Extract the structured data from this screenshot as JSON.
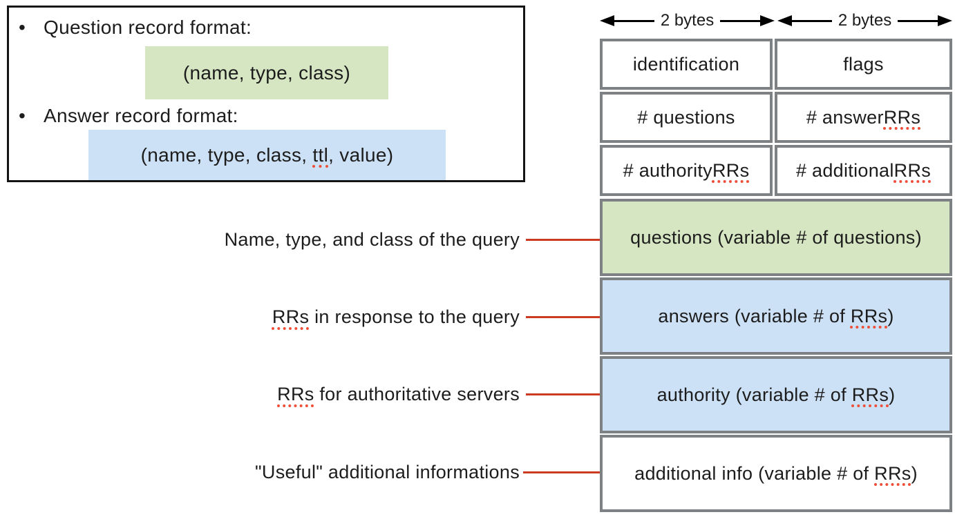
{
  "colors": {
    "green_highlight": "#d6e6c3",
    "blue_highlight": "#cde1f6",
    "table_border": "#7e8183",
    "connector_red": "#cc3a22",
    "spellcheck_red": "#ef4f38",
    "box_border_black": "#141414"
  },
  "left_panel": {
    "bullet_char": "•",
    "bullet_1": "Question record format:",
    "question_format": "(name, type, class)",
    "bullet_2": "Answer record format:",
    "answer_format": {
      "pre": "(name, type, class, ",
      "ttl": "ttl",
      "post": ", value)"
    }
  },
  "callouts": [
    {
      "pre": "Name, type, and class of the query",
      "underlined": "",
      "post": ""
    },
    {
      "pre": "",
      "underlined": "RRs",
      "post": " in response to the query"
    },
    {
      "pre": "",
      "underlined": "RRs",
      "post": " for authoritative servers"
    },
    {
      "pre": "\"Useful\" additional informations",
      "underlined": "",
      "post": ""
    }
  ],
  "diagram": {
    "byte_label_left": "2 bytes",
    "byte_label_right": "2 bytes",
    "header_cells": [
      {
        "pre": "identification",
        "underlined": ""
      },
      {
        "pre": "flags",
        "underlined": ""
      },
      {
        "pre": "# questions",
        "underlined": ""
      },
      {
        "pre": "# answer ",
        "underlined": "RRs"
      },
      {
        "pre": "# authority ",
        "underlined": "RRs"
      },
      {
        "pre": "# additional ",
        "underlined": "RRs"
      }
    ],
    "sections": [
      {
        "pre": "questions (variable # of questions)",
        "underlined": "",
        "post": ""
      },
      {
        "pre": "answers (variable # of ",
        "underlined": "RRs",
        "post": ")"
      },
      {
        "pre": "authority (variable # of ",
        "underlined": "RRs",
        "post": ")"
      },
      {
        "pre": "additional info (variable # of ",
        "underlined": "RRs",
        "post": ")"
      }
    ]
  }
}
